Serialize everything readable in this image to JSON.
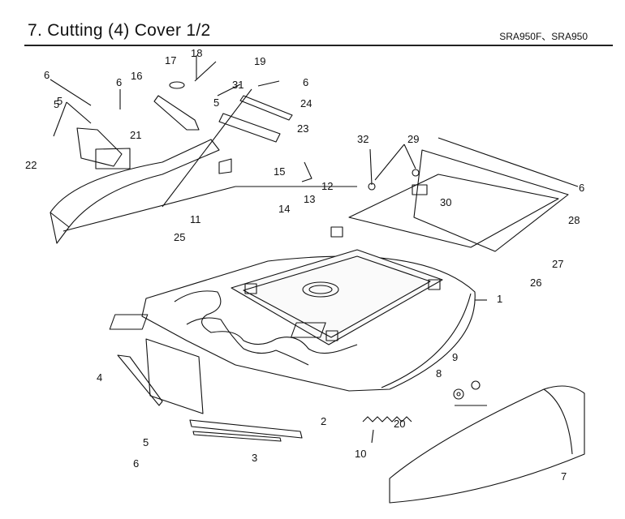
{
  "header": {
    "title": "7. Cutting (4) Cover 1/2",
    "models": "SRA950F、SRA950"
  },
  "callouts": [
    "1",
    "2",
    "3",
    "4",
    "5",
    "5",
    "5",
    "5",
    "6",
    "6",
    "6",
    "6",
    "6",
    "7",
    "8",
    "9",
    "10",
    "11",
    "12",
    "13",
    "14",
    "15",
    "16",
    "17",
    "18",
    "19",
    "20",
    "21",
    "22",
    "23",
    "24",
    "25",
    "26",
    "27",
    "28",
    "29",
    "30",
    "31",
    "32"
  ]
}
